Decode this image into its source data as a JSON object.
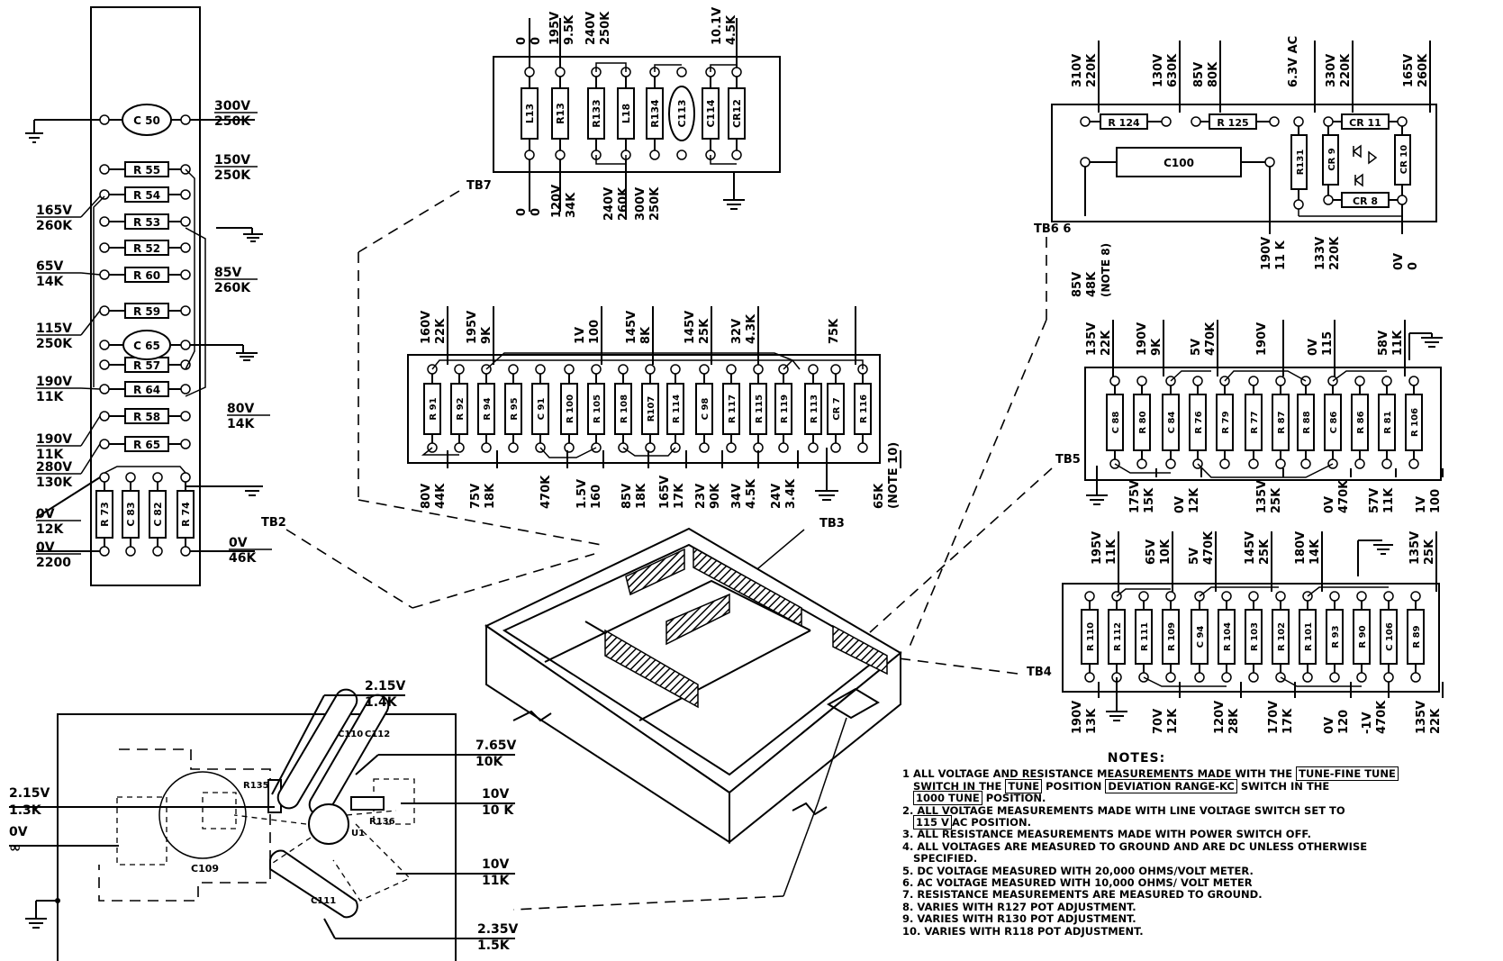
{
  "tb2": {
    "label": "TB2",
    "components": [
      "C 50",
      "R 55",
      "R 54",
      "R 53",
      "R 52",
      "R 60",
      "R 59",
      "C 65",
      "R 57",
      "R 64",
      "R 58",
      "R 65",
      "R 73",
      "C 83",
      "C 82",
      "R 74"
    ],
    "left": [
      [
        "165V",
        "260K"
      ],
      [
        "65V",
        "14K"
      ],
      [
        "115V",
        "250K"
      ],
      [
        "190V",
        "11K"
      ],
      [
        "190V",
        "11K"
      ],
      [
        "280V",
        "130K"
      ],
      [
        "0V",
        "12K"
      ],
      [
        "0V",
        "2200"
      ]
    ],
    "right": [
      [
        "300V",
        "250K"
      ],
      [
        "150V",
        "250K"
      ],
      [
        "85V",
        "260K"
      ],
      [
        "80V",
        "14K"
      ],
      [
        "0V",
        "46K"
      ]
    ]
  },
  "tb7": {
    "label": "TB7",
    "components": [
      "L13",
      "R13",
      "R133",
      "L18",
      "R134",
      "C113",
      "C114",
      "CR12"
    ],
    "top": [
      [
        "0",
        "0"
      ],
      [
        "195V",
        "9.5K"
      ],
      [
        "240V",
        "250K"
      ],
      [
        "10.1V",
        "4.5K"
      ]
    ],
    "bottom": [
      [
        "0",
        "0"
      ],
      [
        "120V",
        "34K"
      ],
      [
        "240V",
        "260K"
      ],
      [
        "300V",
        "250K"
      ]
    ]
  },
  "tb6": {
    "label": "TB6 6",
    "components": [
      "R 124",
      "R 125",
      "C100",
      "R131",
      "CR 9",
      "CR 11",
      "CR 10",
      "CR 8"
    ],
    "top": [
      [
        "310V",
        "220K"
      ],
      [
        "130V",
        "630K"
      ],
      [
        "85V",
        "80K"
      ],
      [
        "6.3V AC",
        ""
      ],
      [
        "330V",
        "220K"
      ],
      [
        "165V",
        "260K"
      ]
    ],
    "bottom": [
      [
        "85V",
        "48K",
        "(NOTE 8)"
      ],
      [
        "190V",
        "11 K"
      ],
      [
        "133V",
        "220K"
      ],
      [
        "0V",
        "0"
      ]
    ]
  },
  "tb3": {
    "label": "TB3",
    "components": [
      "R 91",
      "R 92",
      "R 94",
      "R 95",
      "C 91",
      "R 100",
      "R 105",
      "R 108",
      "R107",
      "R 114",
      "C 98",
      "R 117",
      "R 115",
      "R 119",
      "R 113",
      "CR 7",
      "R 116"
    ],
    "top": [
      [
        "160V",
        "22K"
      ],
      [
        "195V",
        "9K"
      ],
      [
        "1V",
        "100"
      ],
      [
        "145V",
        "8K"
      ],
      [
        "145V",
        "25K"
      ],
      [
        "32V",
        "4.3K"
      ],
      [
        "75K",
        ""
      ]
    ],
    "bottom": [
      [
        "80V",
        "44K"
      ],
      [
        "75V",
        "18K"
      ],
      [
        "470K",
        ""
      ],
      [
        "1.5V",
        "160"
      ],
      [
        "85V",
        "18K"
      ],
      [
        "165V",
        "17K"
      ],
      [
        "23V",
        "90K"
      ],
      [
        "34V",
        "4.5K"
      ],
      [
        "24V",
        "3.4K"
      ],
      [
        "65K",
        "(NOTE 10)"
      ]
    ]
  },
  "tb5": {
    "label": "TB5",
    "components": [
      "C 88",
      "R 80",
      "C 84",
      "R 76",
      "R 79",
      "R 77",
      "R 87",
      "R 88",
      "C 86",
      "R 86",
      "R 81",
      "R 106"
    ],
    "top": [
      [
        "135V",
        "22K"
      ],
      [
        "190V",
        "9K"
      ],
      [
        "5V",
        "470K"
      ],
      [
        "190V",
        ""
      ],
      [
        "0V",
        "115"
      ],
      [
        "58V",
        "11K"
      ]
    ],
    "bottom": [
      [
        "175V",
        "15K"
      ],
      [
        "0V",
        "12K"
      ],
      [
        "135V",
        "25K"
      ],
      [
        "0V",
        "470K"
      ],
      [
        "57V",
        "11K"
      ],
      [
        "1V",
        "100"
      ]
    ]
  },
  "tb4": {
    "label": "TB4",
    "components": [
      "R 110",
      "R 112",
      "R 111",
      "R 109",
      "C 94",
      "R 104",
      "R 103",
      "R 102",
      "R 101",
      "R 93",
      "R 90",
      "C 106",
      "R 89"
    ],
    "top": [
      [
        "195V",
        "11K"
      ],
      [
        "65V",
        "10K"
      ],
      [
        "5V",
        "470K"
      ],
      [
        "145V",
        "25K"
      ],
      [
        "180V",
        "14K"
      ],
      [
        "135V",
        "25K"
      ]
    ],
    "bottom": [
      [
        "190V",
        "13K"
      ],
      [
        "70V",
        "12K"
      ],
      [
        "120V",
        "28K"
      ],
      [
        "170V",
        "17K"
      ],
      [
        "0V",
        "120"
      ],
      [
        "-1V",
        "470K"
      ],
      [
        "135V",
        "22K"
      ]
    ]
  },
  "bottom_left": {
    "components": [
      "C109",
      "C110",
      "C112",
      "R135",
      "R136",
      "U1",
      "C111"
    ],
    "left": [
      [
        "2.15V",
        "1.3K"
      ],
      [
        "0V",
        "∞"
      ]
    ],
    "right": [
      [
        "2.15V",
        "1.4K"
      ],
      [
        "7.65V",
        "10K"
      ],
      [
        "10V",
        "10 K"
      ],
      [
        "10V",
        "11K"
      ],
      [
        "2.35V",
        "1.5K"
      ]
    ]
  },
  "notes": {
    "title": "NOTES:",
    "n1a": "1  ALL VOLTAGE AND RESISTANCE MEASUREMENTS MADE WITH THE",
    "n1_box1": "TUNE-FINE TUNE",
    "n1b": "SWITCH IN THE",
    "n1_box2": "TUNE",
    "n1c": "POSITION",
    "n1_box3": "DEVIATION RANGE-KC",
    "n1d": "SWITCH IN THE",
    "n1_box4": "1000 TUNE",
    "n1e": "POSITION.",
    "n2a": "2. ALL VOLTAGE MEASUREMENTS MADE WITH LINE VOLTAGE SWITCH SET TO",
    "n2_box": "115 V",
    "n2b": "AC POSITION.",
    "n3": "3. ALL RESISTANCE MEASUREMENTS MADE WITH POWER SWITCH OFF.",
    "n4a": "4. ALL VOLTAGES ARE MEASURED TO GROUND AND ARE DC UNLESS OTHERWISE",
    "n4b": "SPECIFIED.",
    "n5": "5. DC   VOLTAGE MEASURED WITH 20,000  OHMS/VOLT METER.",
    "n6": "6. AC   VOLTAGE MEASURED WITH 10,000  OHMS/ VOLT METER",
    "n7": "7. RESISTANCE MEASUREMENTS ARE MEASURED TO GROUND.",
    "n8": "8. VARIES WITH R127 POT ADJUSTMENT.",
    "n9": "9. VARIES WITH R130 POT ADJUSTMENT.",
    "n10": "10. VARIES WITH R118 POT ADJUSTMENT."
  }
}
